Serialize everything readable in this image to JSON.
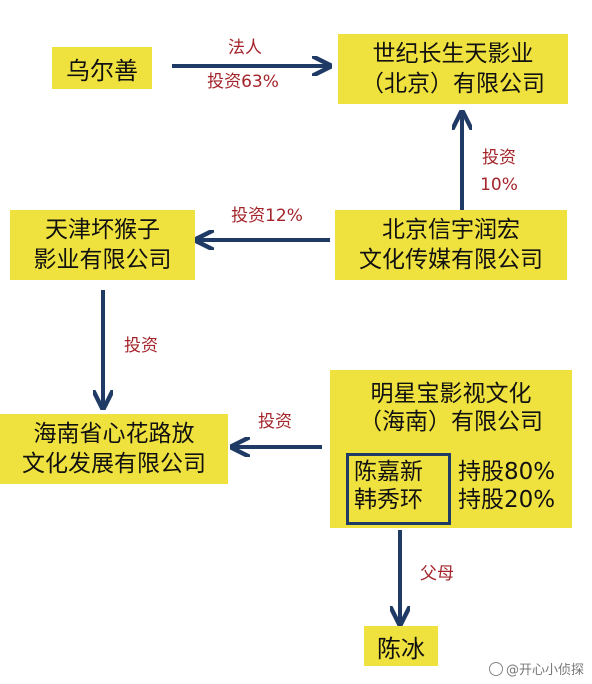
{
  "nodes": {
    "wu_ershan": "乌尔善",
    "shiji": [
      "世纪长生天影业",
      "（北京）有限公司"
    ],
    "tianjin": [
      "天津坏猴子",
      "影业有限公司"
    ],
    "beijing_xinyu": [
      "北京信宇润宏",
      "文化传媒有限公司"
    ],
    "hainan_xinhua": [
      "海南省心花路放",
      "文化发展有限公司"
    ],
    "mingxingbao": [
      "明星宝影视文化",
      "（海南）有限公司"
    ],
    "chen_jiaxin": "陈嘉新",
    "han_xiuhuan": "韩秀环",
    "chen_jiaxin_share": "持股80%",
    "han_xiuhuan_share": "持股20%",
    "chen_bing": "陈冰"
  },
  "edges": {
    "legal_rep": "法人",
    "invest_63": "投资63%",
    "invest_10_a": "投资",
    "invest_10_b": "10%",
    "invest_12": "投资12%",
    "invest_tianjin": "投资",
    "invest_mingxingbao": "投资",
    "parents": "父母"
  },
  "colors": {
    "box_fill": "#f0e23e",
    "arrow": "#1f3a64",
    "edge_label": "#a3242a"
  },
  "watermark": "@开心小侦探"
}
